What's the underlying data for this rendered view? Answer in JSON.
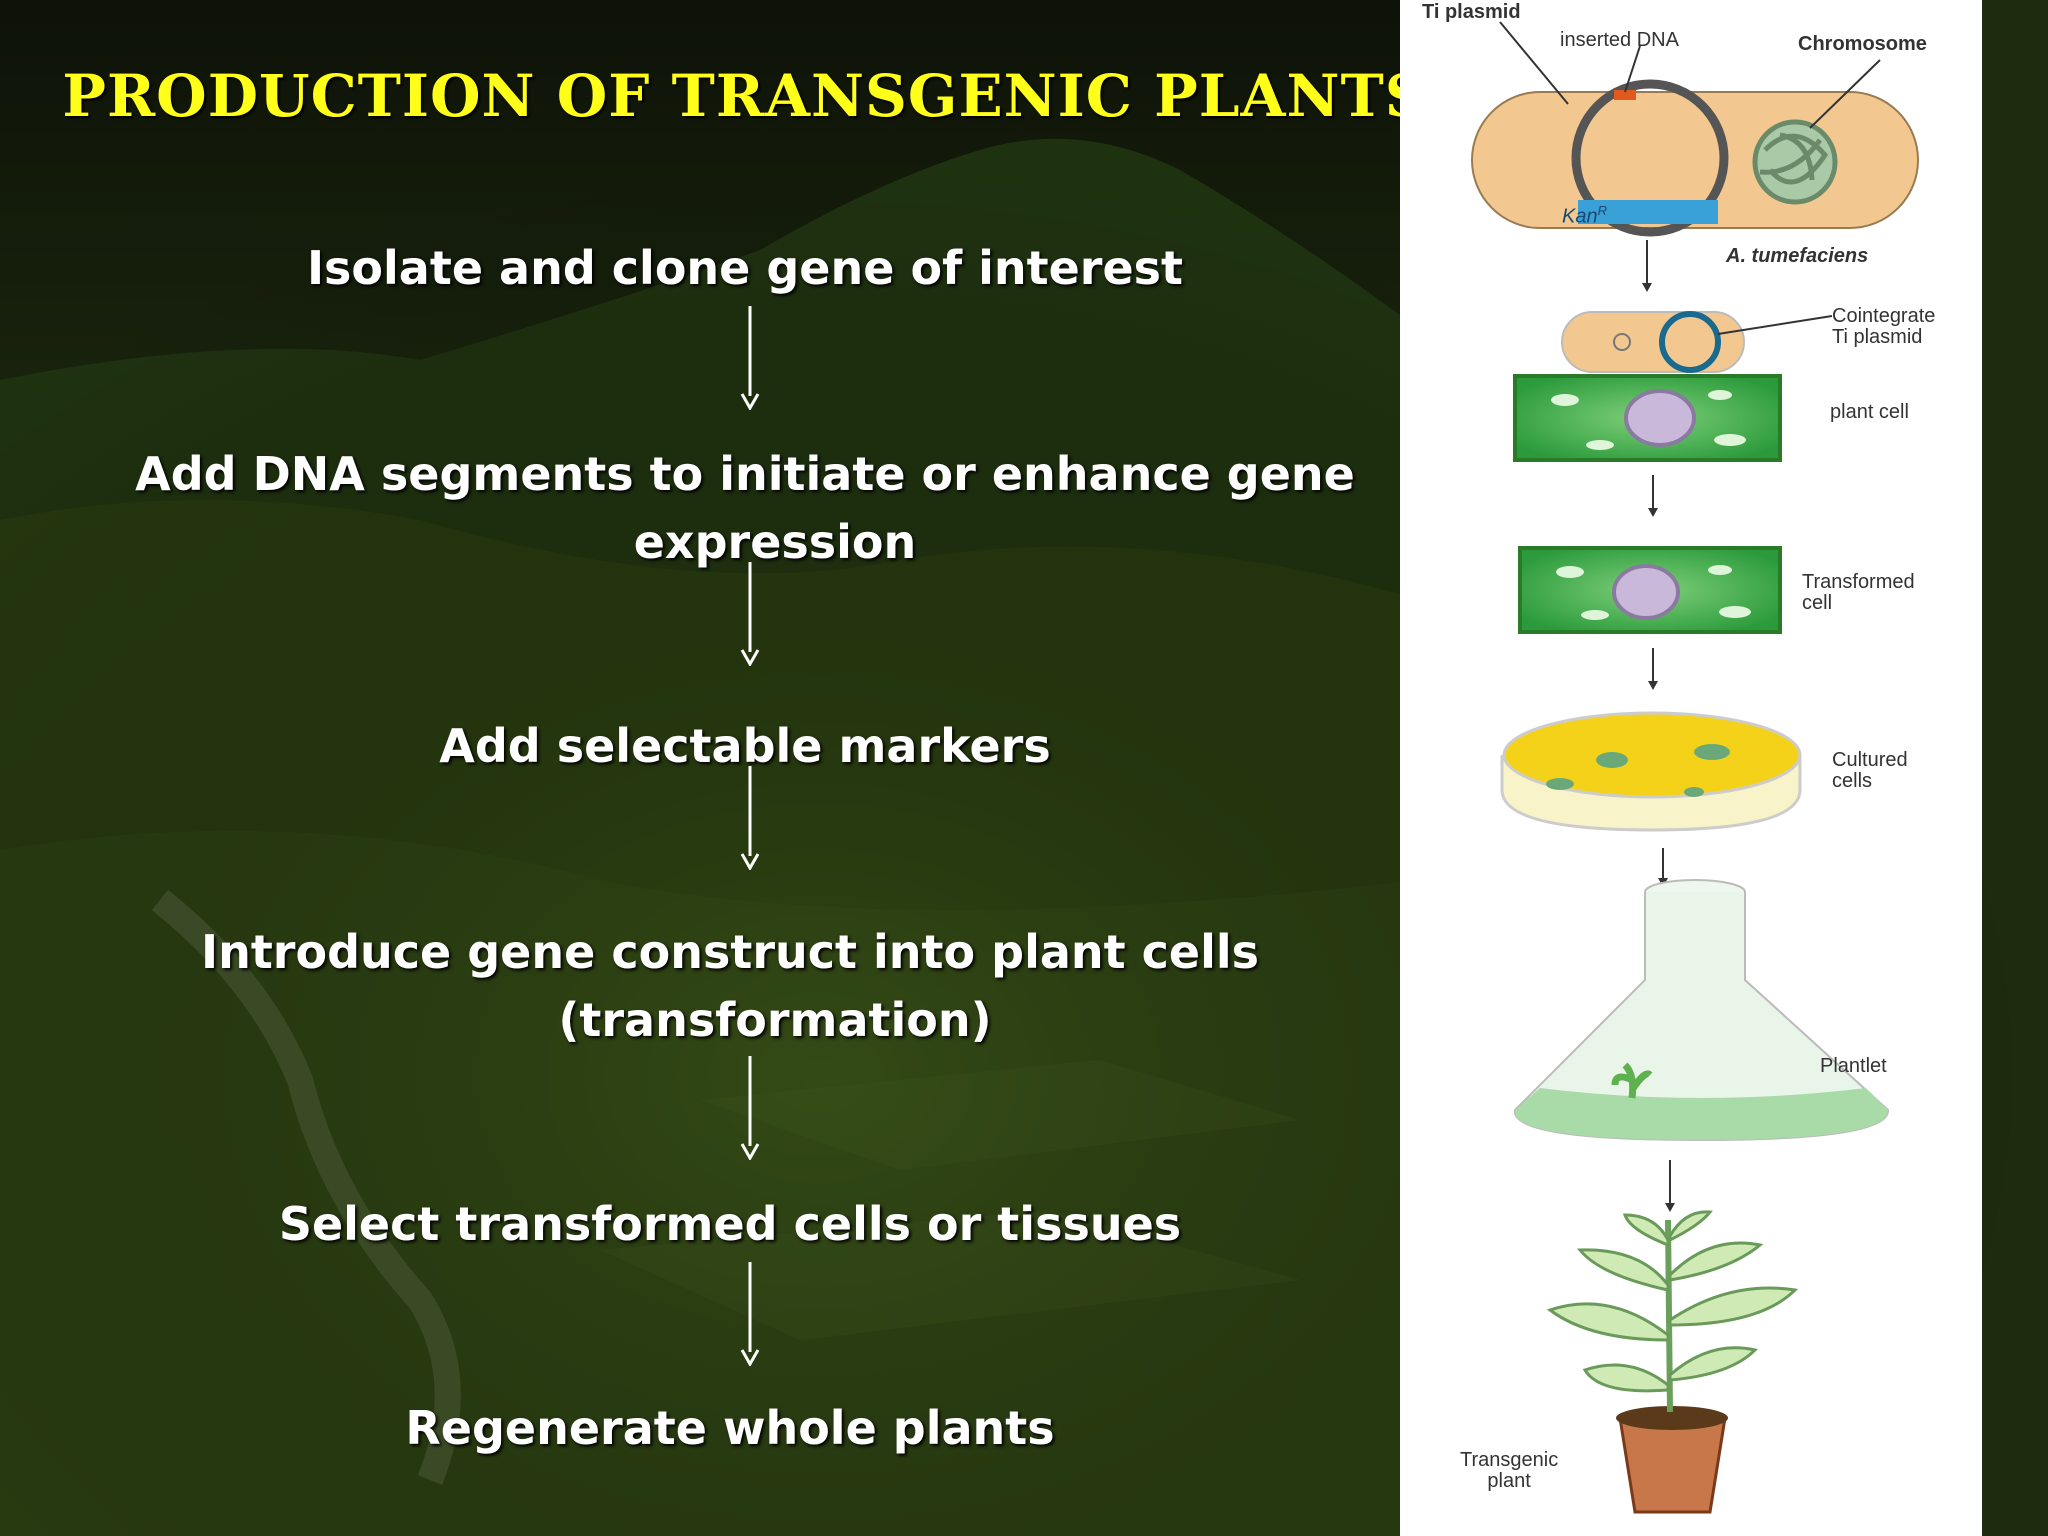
{
  "title": "PRODUCTION OF TRANSGENIC PLANTS",
  "steps": [
    {
      "line1": "Isolate and clone gene of interest",
      "line2": ""
    },
    {
      "line1": "Add DNA segments to initiate or enhance gene",
      "line2": "expression"
    },
    {
      "line1": "Add selectable markers",
      "line2": ""
    },
    {
      "line1": "Introduce gene construct  into plant cells",
      "line2": "(transformation)"
    },
    {
      "line1": "Select transformed cells or tissues",
      "line2": ""
    },
    {
      "line1": "Regenerate whole plants",
      "line2": ""
    }
  ],
  "diagram": {
    "ti_plasmid": "Ti plasmid",
    "inserted_dna": "inserted DNA",
    "chromosome": "Chromosome",
    "kan": "Kan",
    "kan_sup": "R",
    "a_tumefaciens": "A. tumefaciens",
    "cointegrate_1": "Cointegrate",
    "cointegrate_2": "Ti plasmid",
    "plant_cell": "plant cell",
    "transformed_1": "Transformed",
    "transformed_2": "cell",
    "cultured_1": "Cultured",
    "cultured_2": "cells",
    "plantlet": "Plantlet",
    "transgenic_1": "Transgenic",
    "transgenic_2": "plant"
  },
  "colors": {
    "title": "#ffff1a",
    "text": "#ffffff",
    "cell_green": "#2e9e3a",
    "agar_yellow": "#f5d21a",
    "bacterium": "#f2c890"
  }
}
